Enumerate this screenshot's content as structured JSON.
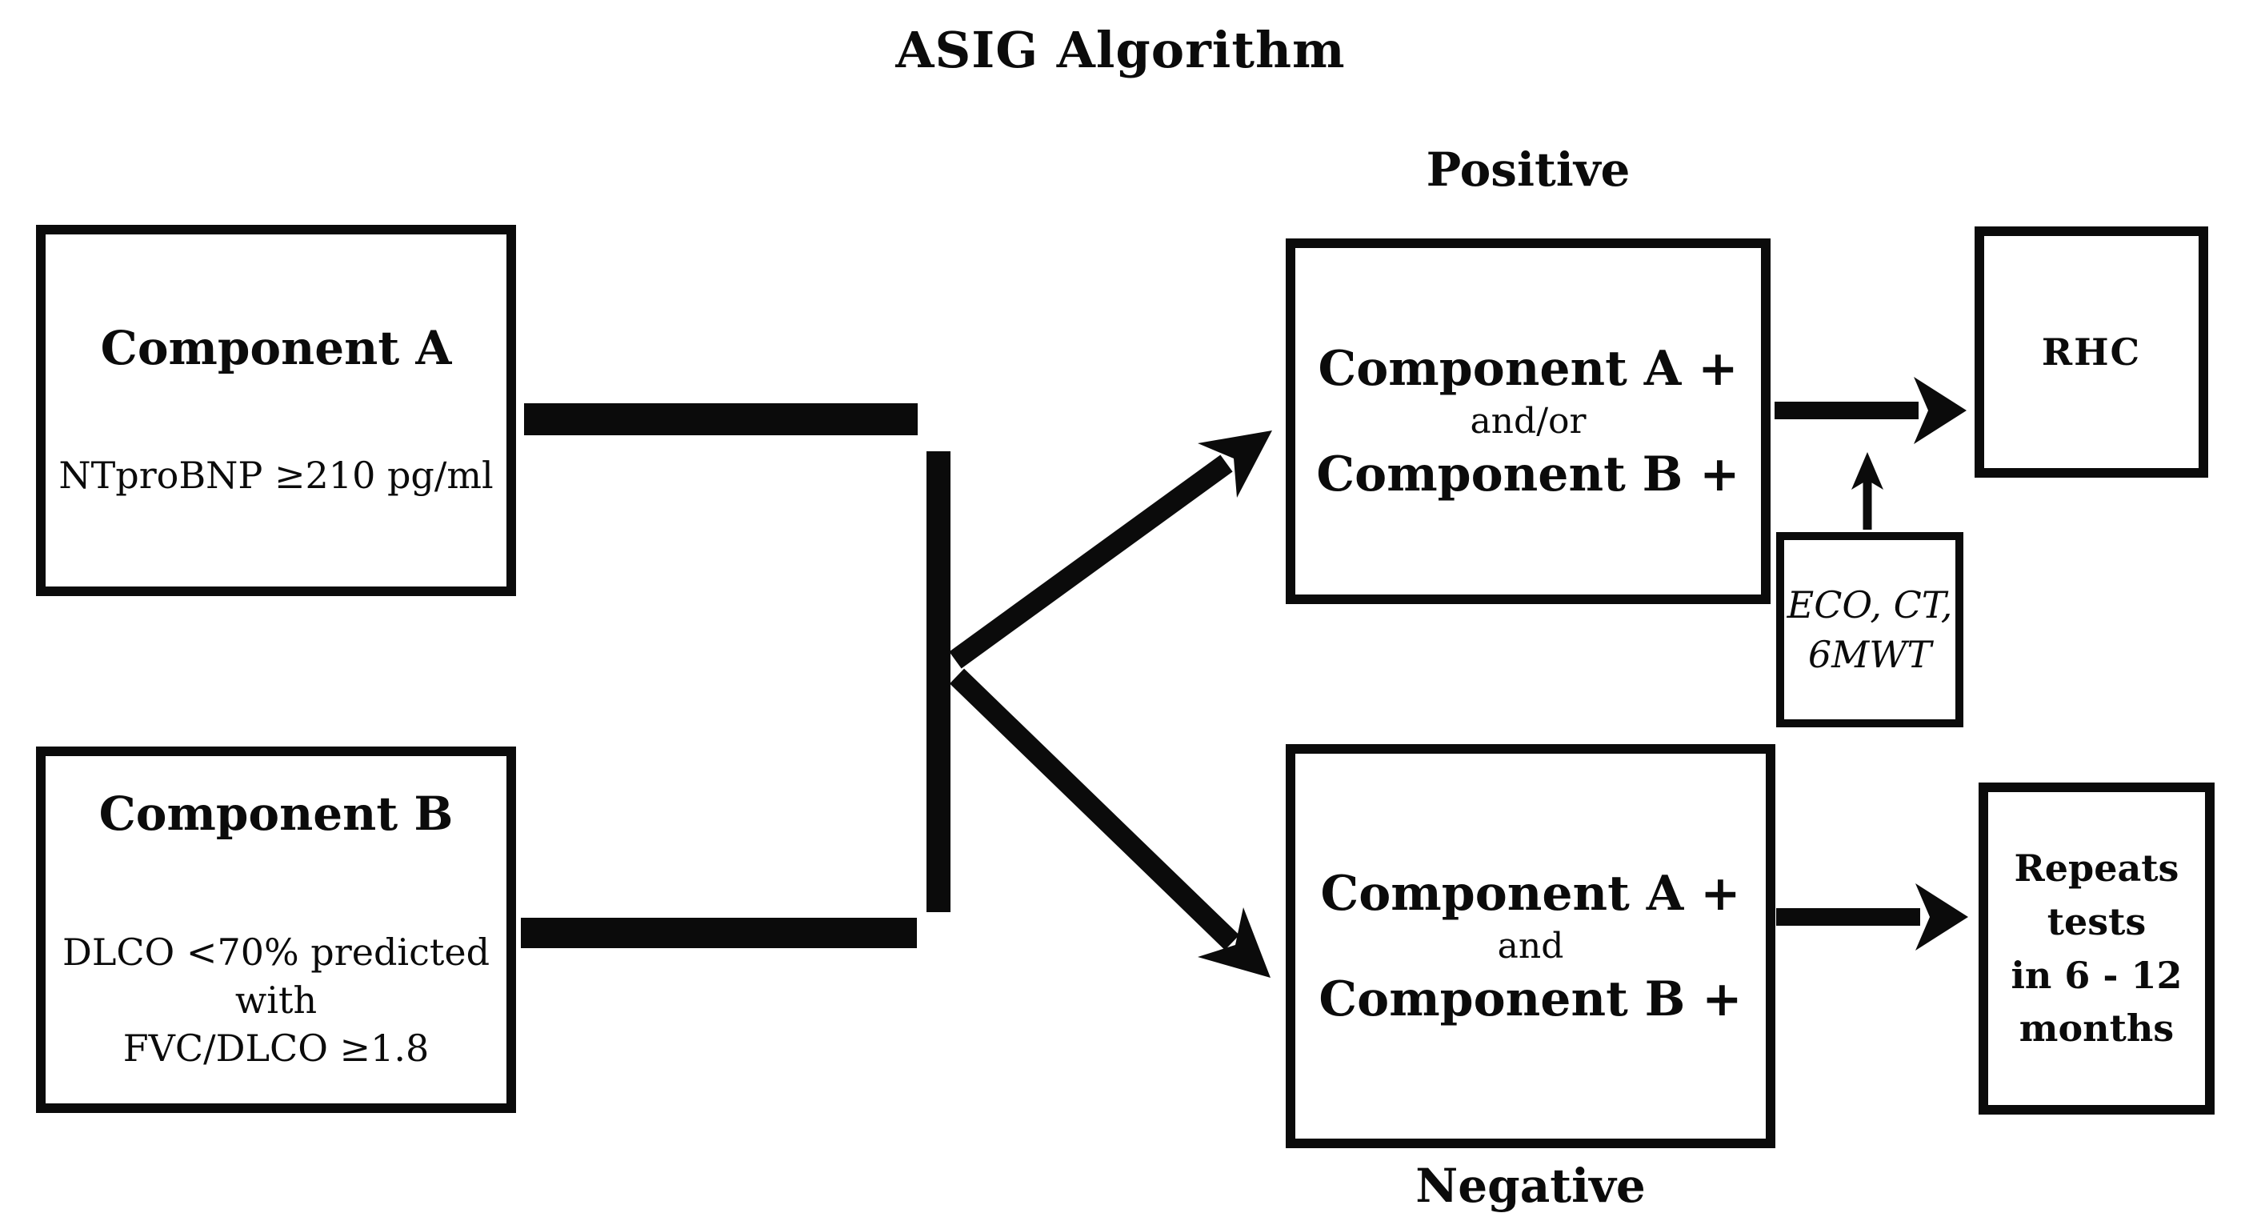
{
  "title": "ASIG Algorithm",
  "colors": {
    "ink": "#0b0b0b",
    "background": "#ffffff"
  },
  "branch_labels": {
    "positive": "Positive",
    "negative": "Negative"
  },
  "boxes": {
    "component_a": {
      "heading": "Component A",
      "criterion": "NTproBNP ≥210 pg/ml"
    },
    "component_b": {
      "heading": "Component B",
      "criterion_line1": "DLCO <70% predicted with",
      "criterion_line2": "FVC/DLCO ≥1.8"
    },
    "positive_result": {
      "line1": "Component A +",
      "conjunction": "and/or",
      "line2": "Component B +"
    },
    "negative_result": {
      "line1": "Component A +",
      "conjunction": "and",
      "line2": "Component B +"
    },
    "rhc": {
      "label": "RHC"
    },
    "supporting_tests": {
      "line1": "ECO, CT,",
      "line2": "6MWT"
    },
    "repeat_tests": {
      "line1": "Repeats tests",
      "line2": "in 6 - 12",
      "line3": "months"
    }
  }
}
